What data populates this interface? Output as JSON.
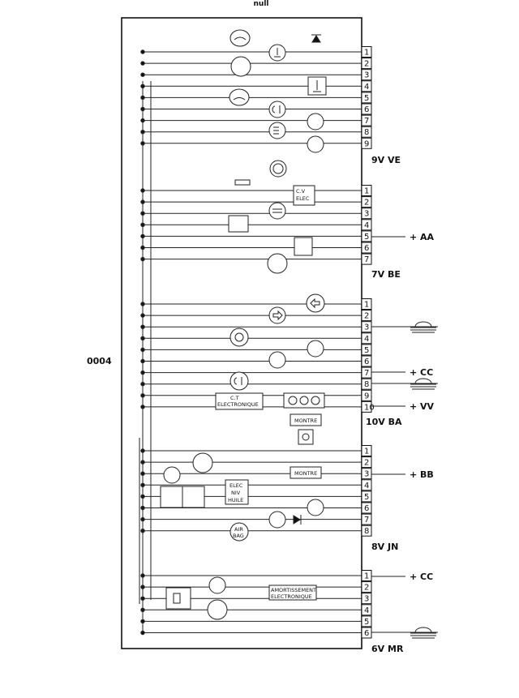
{
  "header": {
    "title": "null"
  },
  "diagram": {
    "side_label": "0004",
    "connectors": [
      {
        "name": "9V VE",
        "pins": [
          "1",
          "2",
          "3",
          "4",
          "5",
          "6",
          "7",
          "8",
          "9"
        ]
      },
      {
        "name": "7V BE",
        "pins": [
          "1",
          "2",
          "3",
          "4",
          "5",
          "6",
          "7"
        ]
      },
      {
        "name": "10V BA",
        "pins": [
          "1",
          "2",
          "3",
          "4",
          "5",
          "6",
          "7",
          "8",
          "9",
          "10"
        ]
      },
      {
        "name": "8V JN",
        "pins": [
          "1",
          "2",
          "3",
          "4",
          "5",
          "6",
          "7",
          "8"
        ]
      },
      {
        "name": "6V MR",
        "pins": [
          "1",
          "2",
          "3",
          "4",
          "5",
          "6"
        ]
      }
    ],
    "external_labels": [
      "+ AA",
      "+ CC",
      "+ VV",
      "+ BB",
      "+ CC"
    ],
    "box_labels": {
      "cv_elec": [
        "C.V",
        "ELEC"
      ],
      "ct_elec": [
        "C.T",
        "ELECTRONIQUE"
      ],
      "montre_1": "MONTRE",
      "montre_2": "MONTRE",
      "elec_niv_huile": [
        "ELEC",
        "NIV",
        "HUILE"
      ],
      "air_bag": [
        "AIR",
        "BAG"
      ],
      "amortissement": [
        "AMORTISSEMENT",
        "ELECTRONIQUE"
      ]
    }
  }
}
